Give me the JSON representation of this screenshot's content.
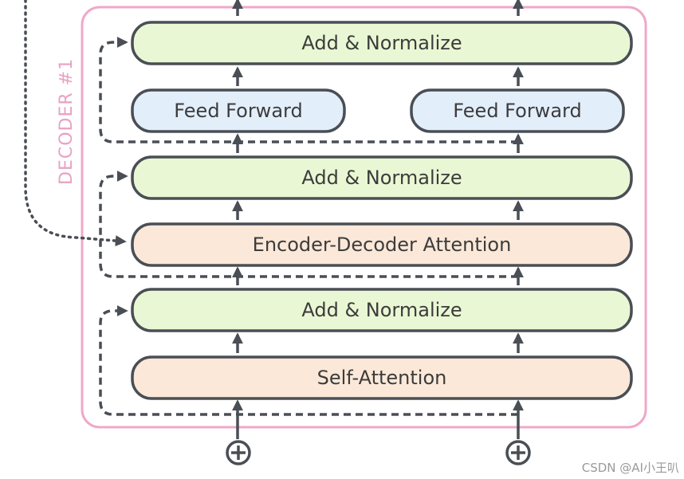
{
  "decoder": {
    "label": "DECODER #1",
    "frame_color": "#f0a8c8"
  },
  "blocks": {
    "add_norm_top": "Add & Normalize",
    "feed_forward_left": "Feed Forward",
    "feed_forward_right": "Feed Forward",
    "add_norm_mid": "Add & Normalize",
    "enc_dec_attention": "Encoder-Decoder Attention",
    "add_norm_bottom": "Add & Normalize",
    "self_attention": "Self-Attention"
  },
  "colors": {
    "add_norm_fill": "#eaf7d4",
    "feed_forward_fill": "#e3eefb",
    "attention_fill": "#fbe8d8",
    "stroke": "#4a4e55"
  },
  "inputs": [
    "plus-circle-icon",
    "plus-circle-icon"
  ],
  "watermark": "CSDN @AI小王叭"
}
